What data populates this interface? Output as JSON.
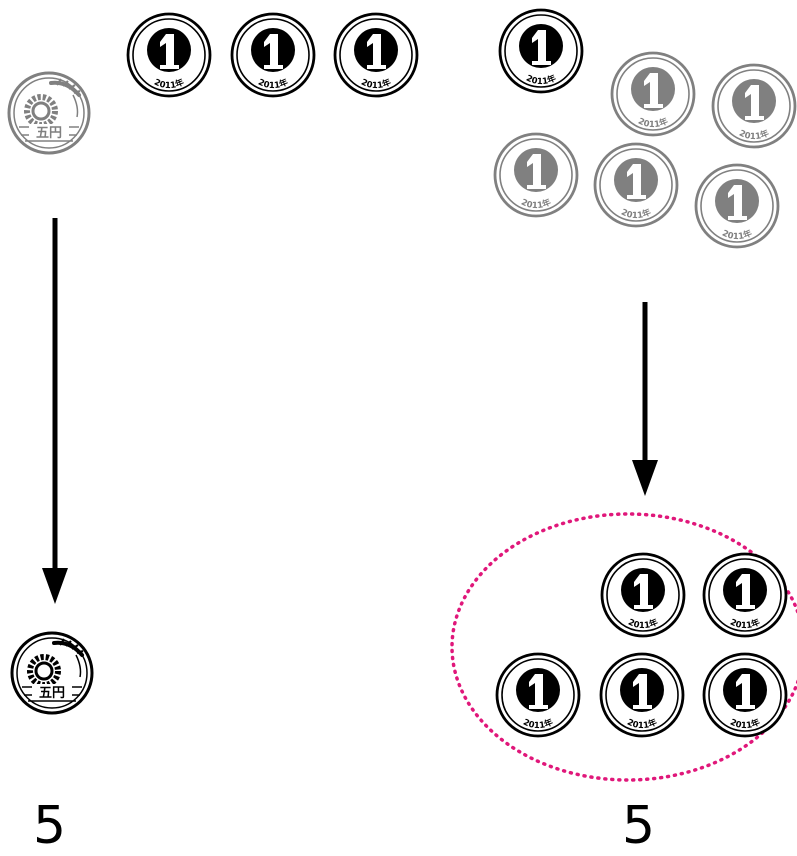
{
  "coins": {
    "one_yen": {
      "numeral": "1",
      "year": "2011",
      "year_kanji": "年"
    },
    "five_yen": {
      "kanji": "五円"
    }
  },
  "counts": {
    "left": "5",
    "right": "5"
  },
  "colors": {
    "coin_active": "#000000",
    "coin_faded": "#808080",
    "arrow": "#000000",
    "group_outline": "#e0177a",
    "background": "#ffffff"
  },
  "icons": {
    "one_yen": "one-yen-coin-icon",
    "five_yen": "five-yen-coin-icon",
    "arrow": "down-arrow-icon"
  }
}
